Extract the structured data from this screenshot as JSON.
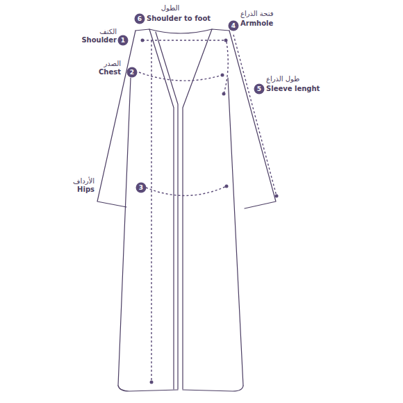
{
  "diagram": {
    "nodes": [
      {
        "text": [
          "6"
        ]
      },
      {
        "text": [
          "4"
        ]
      },
      {
        "text": [
          "1"
        ]
      },
      {
        "text": [
          "2"
        ]
      },
      {
        "text": [
          "5"
        ]
      },
      {
        "text": [
          "3"
        ]
      }
    ],
    "labels": [
      "الطول",
      "Shoulder to foot",
      "الكتف",
      "Shoulder",
      "فتحة الذراع",
      "Armhole",
      "الصدر",
      "Chest",
      "طول الذراع",
      "Sleeve lenght",
      "الأرداف",
      "Hips"
    ]
  }
}
